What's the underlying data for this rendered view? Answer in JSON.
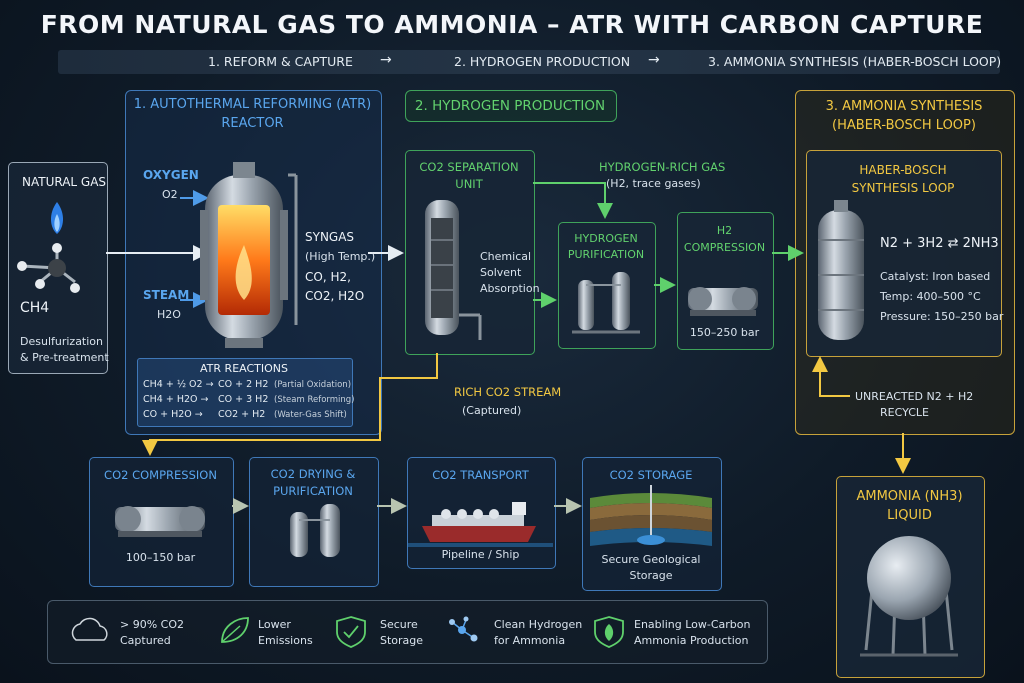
{
  "title": "FROM NATURAL GAS TO AMMONIA – ATR WITH CARBON CAPTURE",
  "steps": {
    "s1": "1. REFORM & CAPTURE",
    "s2": "2. HYDROGEN PRODUCTION",
    "s3": "3. AMMONIA SYNTHESIS (HABER-BOSCH LOOP)",
    "arrow": "→"
  },
  "natural_gas": {
    "title": "NATURAL GAS",
    "formula": "CH4",
    "note1": "Desulfurization",
    "note2": "& Pre-treatment"
  },
  "atr": {
    "title1": "1. AUTOTHERMAL REFORMING (ATR)",
    "title2": "REACTOR",
    "oxygen": "OXYGEN",
    "o2": "O2",
    "steam": "STEAM",
    "h2o": "H2O",
    "syngas": "SYNGAS",
    "syngas_temp": "(High Temp.)",
    "syngas_comp1": "CO, H2,",
    "syngas_comp2": "CO2, H2O",
    "reactions_title": "ATR REACTIONS",
    "reactions": [
      {
        "left": "CH4 + ½ O2 →",
        "right": "CO + 2 H2",
        "note": "(Partial Oxidation)"
      },
      {
        "left": "CH4 + H2O →",
        "right": "CO + 3 H2",
        "note": "(Steam Reforming)"
      },
      {
        "left": "CO + H2O →",
        "right": "CO2 + H2",
        "note": "(Water-Gas Shift)"
      }
    ]
  },
  "hydrogen": {
    "title": "2. HYDROGEN PRODUCTION",
    "sep_title1": "CO2 SEPARATION",
    "sep_title2": "UNIT",
    "sep_note1": "Chemical",
    "sep_note2": "Solvent",
    "sep_note3": "Absorption",
    "rich_gas": "HYDROGEN-RICH GAS",
    "rich_gas_note": "(H2, trace gases)",
    "pur_title1": "HYDROGEN",
    "pur_title2": "PURIFICATION",
    "comp_title1": "H2",
    "comp_title2": "COMPRESSION",
    "comp_pressure": "150–250 bar",
    "rich_co2": "RICH CO2 STREAM",
    "captured": "(Captured)"
  },
  "ammonia": {
    "title1": "3. AMMONIA SYNTHESIS",
    "title2": "(HABER-BOSCH LOOP)",
    "hb_title1": "HABER-BOSCH",
    "hb_title2": "SYNTHESIS LOOP",
    "equation": "N2 + 3H2 ⇄ 2NH3",
    "catalyst": "Catalyst: Iron based",
    "temp": "Temp: 400–500 °C",
    "pressure": "Pressure: 150–250 bar",
    "recycle1": "UNREACTED N2 + H2",
    "recycle2": "RECYCLE",
    "liquid1": "AMMONIA (NH3)",
    "liquid2": "LIQUID"
  },
  "co2_chain": {
    "comp_title": "CO2 COMPRESSION",
    "comp_pressure": "100–150 bar",
    "dry_title1": "CO2 DRYING &",
    "dry_title2": "PURIFICATION",
    "transport_title": "CO2 TRANSPORT",
    "transport_note": "Pipeline / Ship",
    "storage_title": "CO2 STORAGE",
    "storage_note1": "Secure Geological",
    "storage_note2": "Storage"
  },
  "benefits": [
    {
      "icon": "co2-cloud-icon",
      "l1": "> 90% CO2",
      "l2": "Captured"
    },
    {
      "icon": "leaf-icon",
      "l1": "Lower",
      "l2": "Emissions"
    },
    {
      "icon": "shield-check-icon",
      "l1": "Secure",
      "l2": "Storage"
    },
    {
      "icon": "molecule-icon",
      "l1": "Clean Hydrogen",
      "l2": "for Ammonia"
    },
    {
      "icon": "leaf-shield-icon",
      "l1": "Enabling Low-Carbon",
      "l2": "Ammonia Production"
    }
  ],
  "colors": {
    "blue": "#5aa6ee",
    "green": "#62d26e",
    "gold": "#f2c842",
    "background": "#0f1b28"
  }
}
